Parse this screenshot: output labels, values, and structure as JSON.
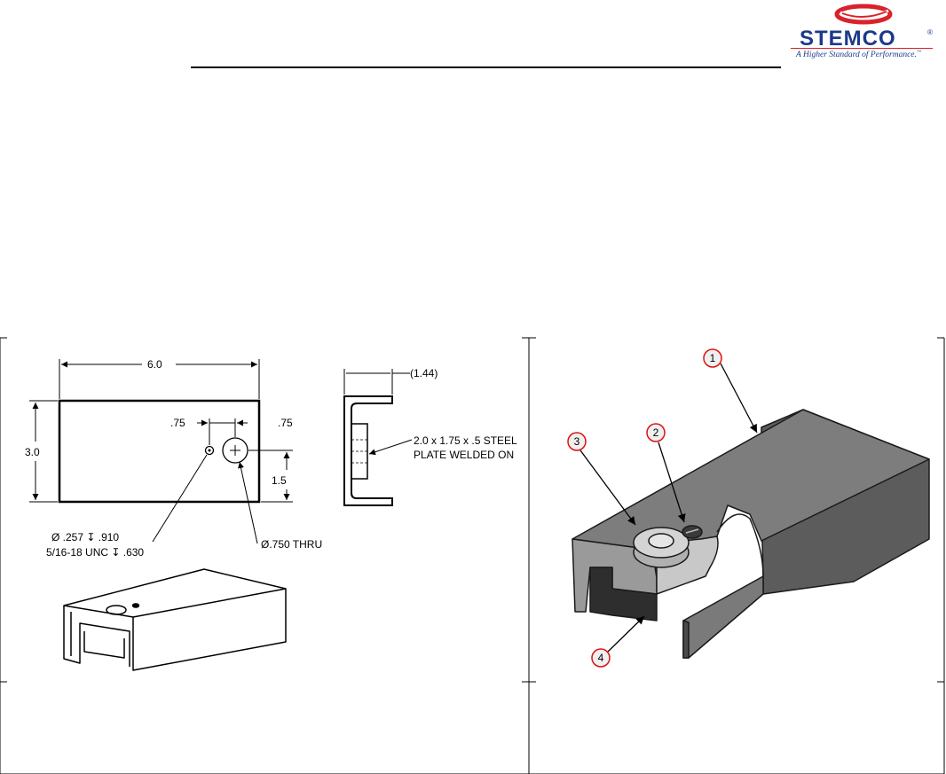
{
  "logo": {
    "wordmark": "STEMCO",
    "registered": "®",
    "tagline": "A Higher Standard of Performance.",
    "tagline_tm": "™",
    "colors": {
      "blue": "#1b3a8a",
      "red": "#d9222a"
    }
  },
  "drawing": {
    "dim_width": "6.0",
    "dim_height": "3.0",
    "dim_left_offset": ".75",
    "dim_right_offset": ".75",
    "dim_vertical": "1.5",
    "dim_depth": "(1.44)",
    "small_hole_line1": "Ø .257 ↧ .910",
    "small_hole_line2": "5/16-18 UNC ↧ .630",
    "large_hole": "Ø.750 THRU",
    "plate_note_line1": "2.0 x 1.75 x .5 STEEL",
    "plate_note_line2": "PLATE WELDED ON"
  },
  "callouts": [
    {
      "number": "1"
    },
    {
      "number": "2"
    },
    {
      "number": "3"
    },
    {
      "number": "4"
    }
  ]
}
